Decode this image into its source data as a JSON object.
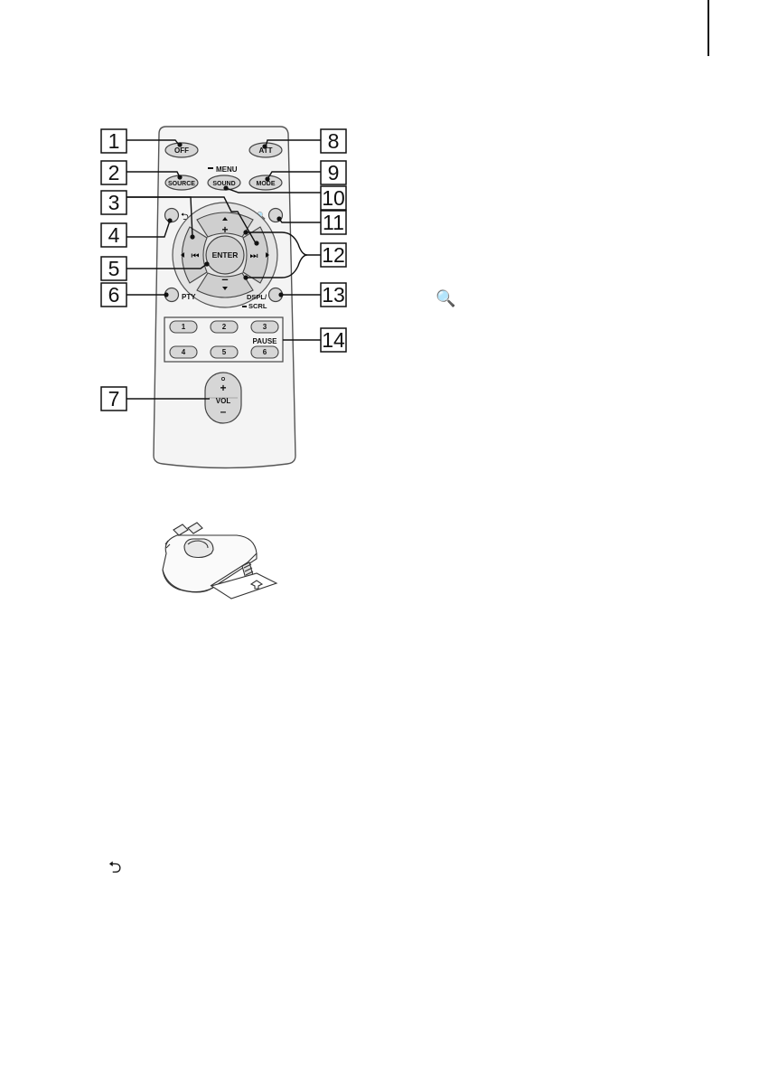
{
  "remote": {
    "buttons": {
      "off": "OFF",
      "att": "ATT",
      "source": "SOURCE",
      "menu": "MENU",
      "sound": "SOUND",
      "mode": "MODE",
      "enter": "ENTER",
      "plus": "+",
      "minus": "–",
      "pty": "PTY",
      "dspl": "DSPL/",
      "scrl": "SCRL",
      "num1": "1",
      "num2": "2",
      "num3": "3",
      "num4": "4",
      "num5": "5",
      "num6": "6",
      "pause": "PAUSE",
      "vol": "VOL",
      "vol_plus": "+",
      "vol_minus": "–"
    },
    "icons": {
      "prev": "⏮",
      "next": "⏭",
      "back": "⮌",
      "search": "🔍"
    }
  },
  "callouts": [
    "1",
    "2",
    "3",
    "4",
    "5",
    "6",
    "7",
    "8",
    "9",
    "10",
    "11",
    "12",
    "13",
    "14"
  ],
  "text_icons": {
    "search": "🔍",
    "back": "⮌"
  }
}
